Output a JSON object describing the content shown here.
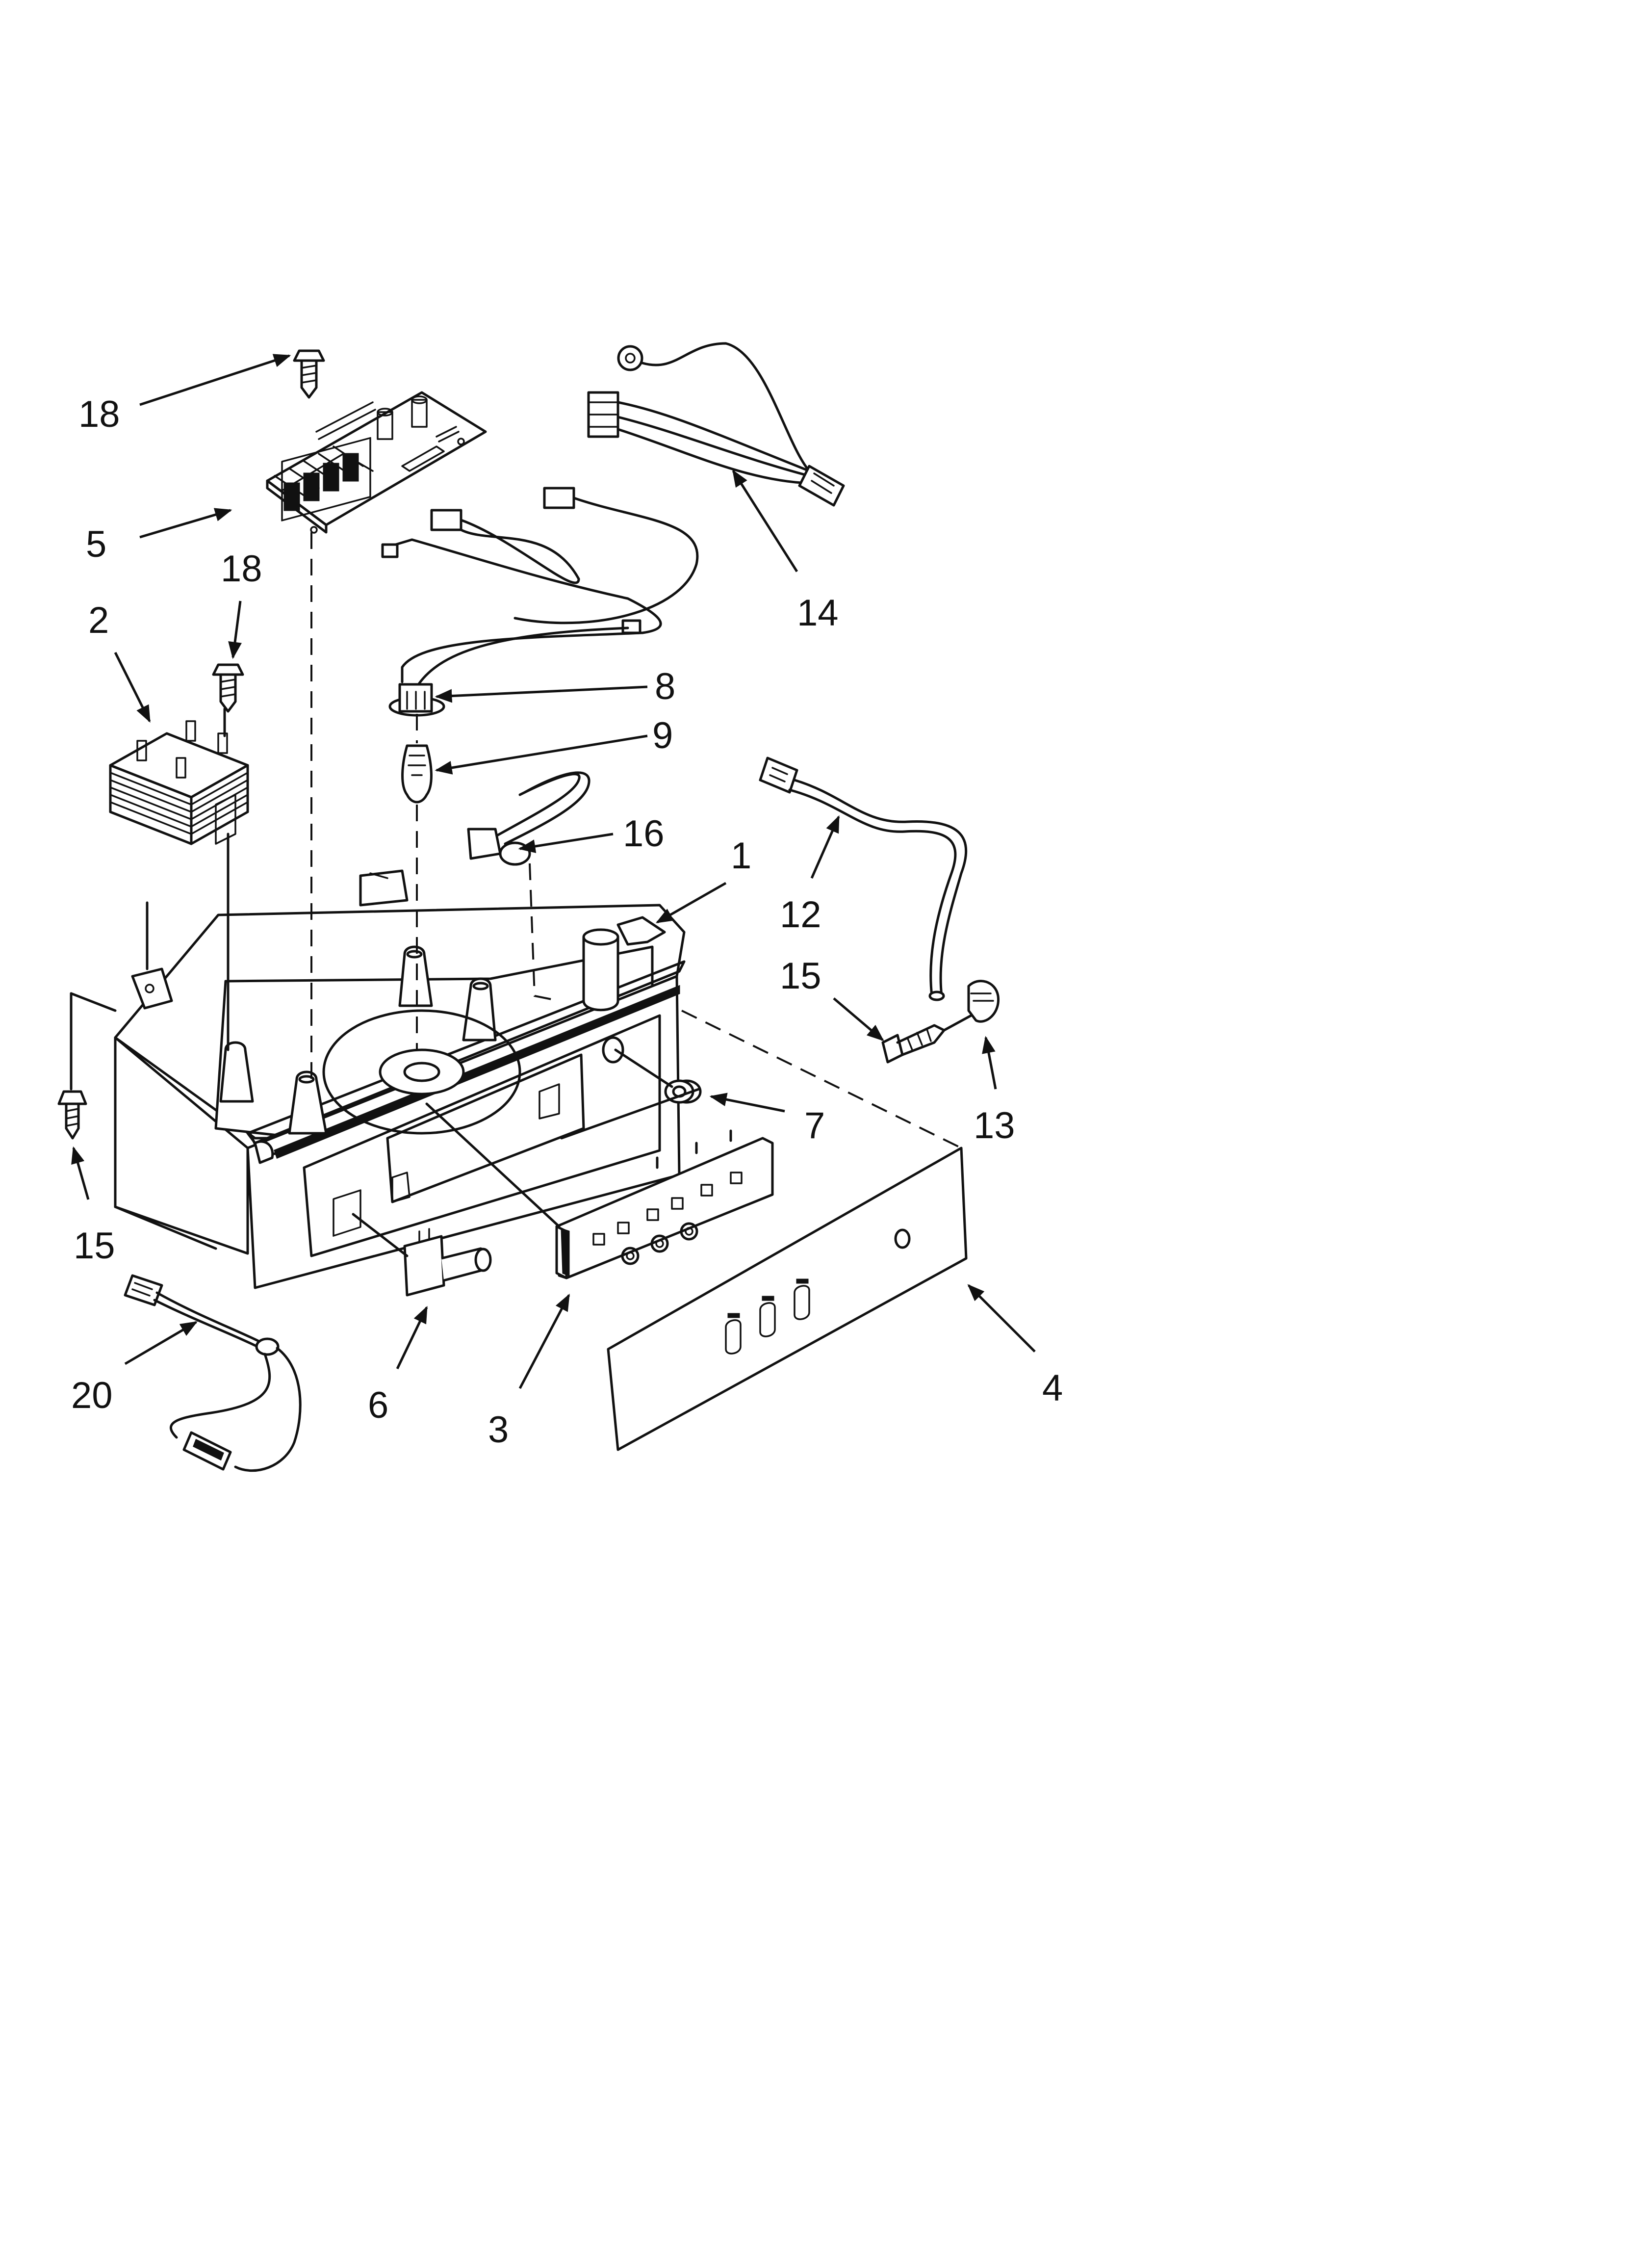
{
  "callouts": [
    {
      "id": "c18a",
      "text": "18"
    },
    {
      "id": "c5",
      "text": "5"
    },
    {
      "id": "c18b",
      "text": "18"
    },
    {
      "id": "c2",
      "text": "2"
    },
    {
      "id": "c14",
      "text": "14"
    },
    {
      "id": "c8",
      "text": "8"
    },
    {
      "id": "c9",
      "text": "9"
    },
    {
      "id": "c16",
      "text": "16"
    },
    {
      "id": "c1",
      "text": "1"
    },
    {
      "id": "c12",
      "text": "12"
    },
    {
      "id": "c15a",
      "text": "15"
    },
    {
      "id": "c13",
      "text": "13"
    },
    {
      "id": "c7",
      "text": "7"
    },
    {
      "id": "c15b",
      "text": "15"
    },
    {
      "id": "c20",
      "text": "20"
    },
    {
      "id": "c6",
      "text": "6"
    },
    {
      "id": "c3",
      "text": "3"
    },
    {
      "id": "c4",
      "text": "4"
    }
  ]
}
